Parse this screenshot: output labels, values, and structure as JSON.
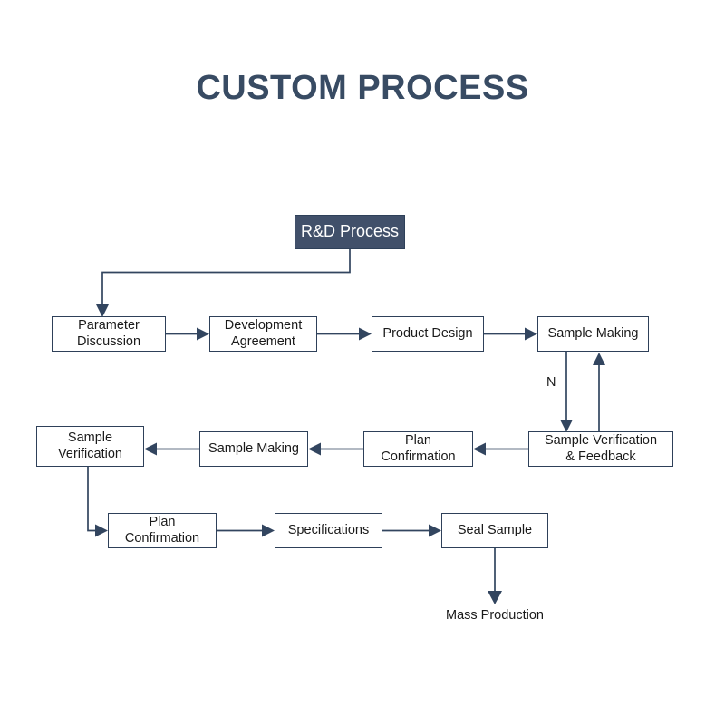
{
  "page": {
    "title": "CUSTOM PROCESS",
    "background": "#ffffff",
    "accent_fill": "#41506a",
    "line_color": "#32455f",
    "title_color": "#384b63",
    "box_border": "#2e4059",
    "box_fill": "#ffffff",
    "text_color": "#1a1a1a"
  },
  "chart_data": {
    "type": "diagram",
    "title": "CUSTOM PROCESS",
    "nodes": [
      {
        "id": "rd_process",
        "label": "R&D Process",
        "style": "filled",
        "row": 0
      },
      {
        "id": "parameter_discussion",
        "label": "Parameter\nDiscussion",
        "style": "outline",
        "row": 1
      },
      {
        "id": "development_agreement",
        "label": "Development\nAgreement",
        "style": "outline",
        "row": 1
      },
      {
        "id": "product_design",
        "label": "Product Design",
        "style": "outline",
        "row": 1
      },
      {
        "id": "sample_making_1",
        "label": "Sample Making",
        "style": "outline",
        "row": 1
      },
      {
        "id": "sample_verification_feedback",
        "label": "Sample Verification\n& Feedback",
        "style": "outline",
        "row": 2
      },
      {
        "id": "plan_confirmation_1",
        "label": "Plan\nConfirmation",
        "style": "outline",
        "row": 2
      },
      {
        "id": "sample_making_2",
        "label": "Sample Making",
        "style": "outline",
        "row": 2
      },
      {
        "id": "sample_verification",
        "label": "Sample\nVerification",
        "style": "outline",
        "row": 2
      },
      {
        "id": "plan_confirmation_2",
        "label": "Plan\nConfirmation",
        "style": "outline",
        "row": 3
      },
      {
        "id": "specifications",
        "label": "Specifications",
        "style": "outline",
        "row": 3
      },
      {
        "id": "seal_sample",
        "label": "Seal Sample",
        "style": "outline",
        "row": 3
      },
      {
        "id": "mass_production",
        "label": "Mass Production",
        "style": "plain-text",
        "row": 4
      }
    ],
    "edges": [
      {
        "from": "rd_process",
        "to": "parameter_discussion",
        "label": ""
      },
      {
        "from": "parameter_discussion",
        "to": "development_agreement",
        "label": ""
      },
      {
        "from": "development_agreement",
        "to": "product_design",
        "label": ""
      },
      {
        "from": "product_design",
        "to": "sample_making_1",
        "label": ""
      },
      {
        "from": "sample_making_1",
        "to": "sample_verification_feedback",
        "label": "N"
      },
      {
        "from": "sample_verification_feedback",
        "to": "sample_making_1",
        "label": ""
      },
      {
        "from": "sample_verification_feedback",
        "to": "plan_confirmation_1",
        "label": ""
      },
      {
        "from": "plan_confirmation_1",
        "to": "sample_making_2",
        "label": ""
      },
      {
        "from": "sample_making_2",
        "to": "sample_verification",
        "label": ""
      },
      {
        "from": "sample_verification",
        "to": "plan_confirmation_2",
        "label": ""
      },
      {
        "from": "plan_confirmation_2",
        "to": "specifications",
        "label": ""
      },
      {
        "from": "specifications",
        "to": "seal_sample",
        "label": ""
      },
      {
        "from": "seal_sample",
        "to": "mass_production",
        "label": ""
      }
    ]
  },
  "nodes": {
    "rd_process": {
      "line1": "R&D Process"
    },
    "parameter_discussion": {
      "line1": "Parameter",
      "line2": "Discussion"
    },
    "development_agreement": {
      "line1": "Development",
      "line2": "Agreement"
    },
    "product_design": {
      "line1": "Product Design"
    },
    "sample_making_1": {
      "line1": "Sample Making"
    },
    "sample_verification_feedback": {
      "line1": "Sample Verification",
      "line2": "& Feedback"
    },
    "plan_confirmation_1": {
      "line1": "Plan",
      "line2": "Confirmation"
    },
    "sample_making_2": {
      "line1": "Sample Making"
    },
    "sample_verification": {
      "line1": "Sample",
      "line2": "Verification"
    },
    "plan_confirmation_2": {
      "line1": "Plan",
      "line2": "Confirmation"
    },
    "specifications": {
      "line1": "Specifications"
    },
    "seal_sample": {
      "line1": "Seal Sample"
    },
    "mass_production": {
      "line1": "Mass Production"
    }
  },
  "labels": {
    "loop_no": "N"
  }
}
